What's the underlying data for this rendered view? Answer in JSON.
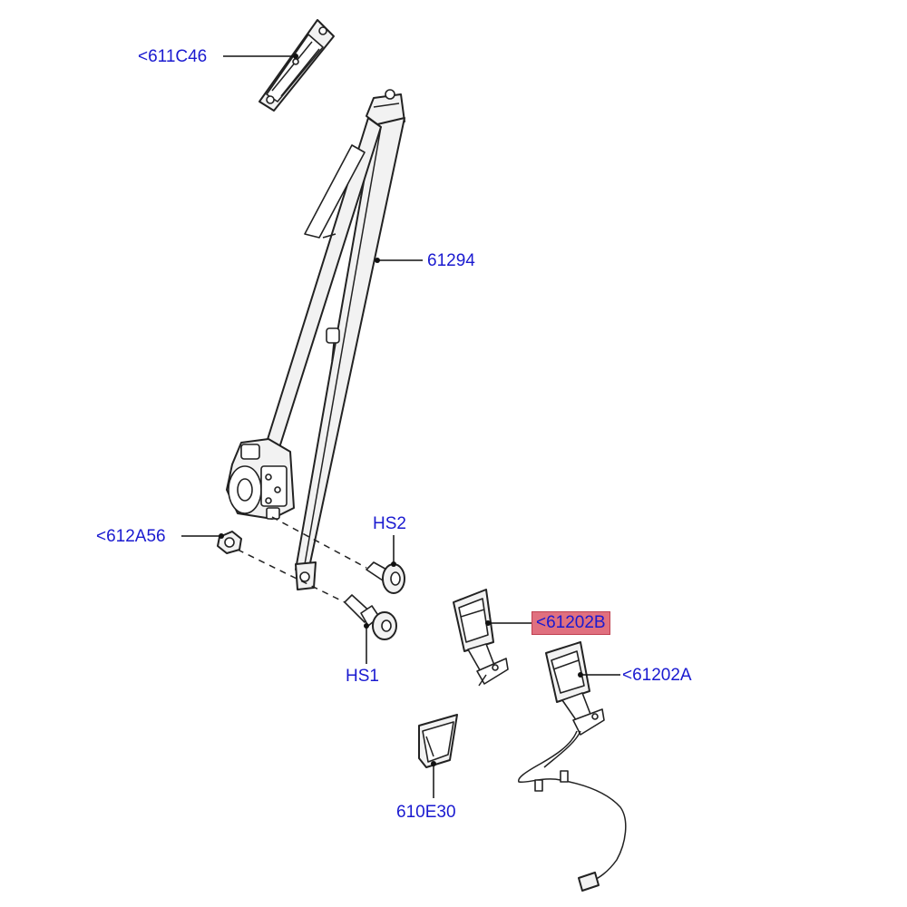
{
  "diagram": {
    "labels": {
      "p611c46": "<611C46",
      "p61294": "61294",
      "p612a56": "<612A56",
      "hs2": "HS2",
      "hs1": "HS1",
      "p61202b": "<61202B",
      "p61202a": "<61202A",
      "p610e30": "610E30"
    },
    "highlighted_label": "p61202b",
    "colors": {
      "label_text": "#1a1ad0",
      "highlight_fill": "#e0707f",
      "line_art": "#222222"
    }
  }
}
